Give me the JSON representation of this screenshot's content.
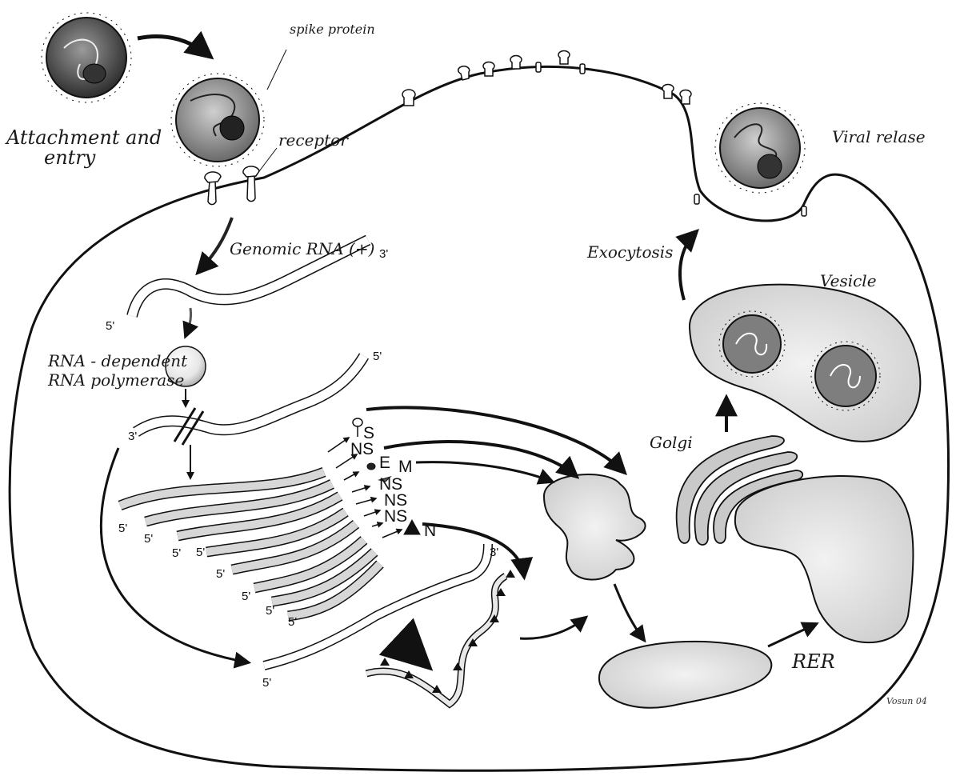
{
  "labels": {
    "attachment_line1": "Attachment and",
    "attachment_line2": "entry",
    "spike_protein": "spike protein",
    "receptor": "receptor",
    "viral_release": "Viral relase",
    "genomic_rna": "Genomic RNA (+)",
    "rdrp_line1": "RNA - dependent",
    "rdrp_line2": "RNA polymerase",
    "exocytosis": "Exocytosis",
    "vesicle": "Vesicle",
    "golgi": "Golgi",
    "rer": "RER",
    "signature": "Vosun 04"
  },
  "ends": {
    "three_prime": "3'",
    "five_prime": "5'"
  },
  "proteins": [
    "S",
    "NS",
    "E",
    "M",
    "NS",
    "NS",
    "NS",
    "N"
  ]
}
